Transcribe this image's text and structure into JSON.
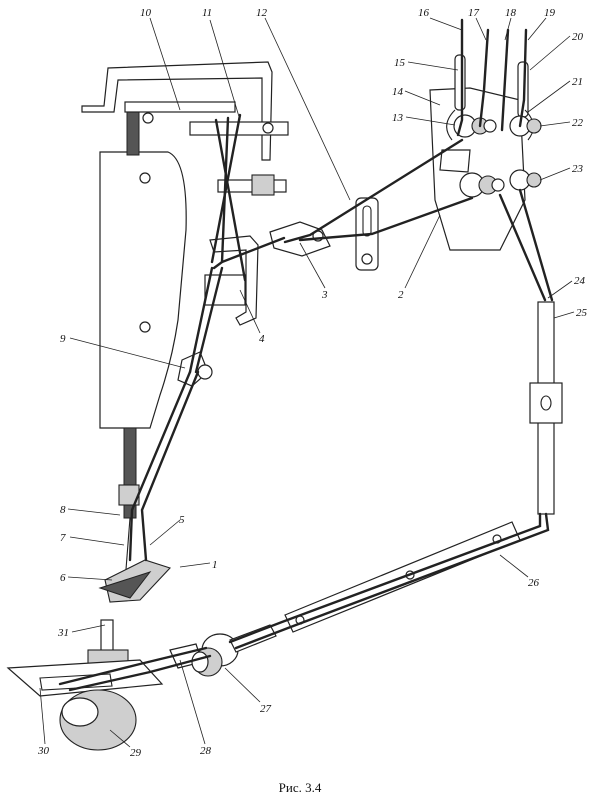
{
  "figure": {
    "caption": "Рис. 3.4",
    "labels": [
      {
        "id": "1",
        "text": "1"
      },
      {
        "id": "2",
        "text": "2"
      },
      {
        "id": "3",
        "text": "3"
      },
      {
        "id": "4",
        "text": "4"
      },
      {
        "id": "5",
        "text": "5"
      },
      {
        "id": "6",
        "text": "6"
      },
      {
        "id": "7",
        "text": "7"
      },
      {
        "id": "8",
        "text": "8"
      },
      {
        "id": "9",
        "text": "9"
      },
      {
        "id": "10",
        "text": "10"
      },
      {
        "id": "11",
        "text": "11"
      },
      {
        "id": "12",
        "text": "12"
      },
      {
        "id": "13",
        "text": "13"
      },
      {
        "id": "14",
        "text": "14"
      },
      {
        "id": "15",
        "text": "15"
      },
      {
        "id": "16",
        "text": "16"
      },
      {
        "id": "17",
        "text": "17"
      },
      {
        "id": "18",
        "text": "18"
      },
      {
        "id": "19",
        "text": "19"
      },
      {
        "id": "20",
        "text": "20"
      },
      {
        "id": "21",
        "text": "21"
      },
      {
        "id": "22",
        "text": "22"
      },
      {
        "id": "23",
        "text": "23"
      },
      {
        "id": "24",
        "text": "24"
      },
      {
        "id": "25",
        "text": "25"
      },
      {
        "id": "26",
        "text": "26"
      },
      {
        "id": "27",
        "text": "27"
      },
      {
        "id": "28",
        "text": "28"
      },
      {
        "id": "29",
        "text": "29"
      },
      {
        "id": "30",
        "text": "30"
      },
      {
        "id": "31",
        "text": "31"
      }
    ]
  }
}
